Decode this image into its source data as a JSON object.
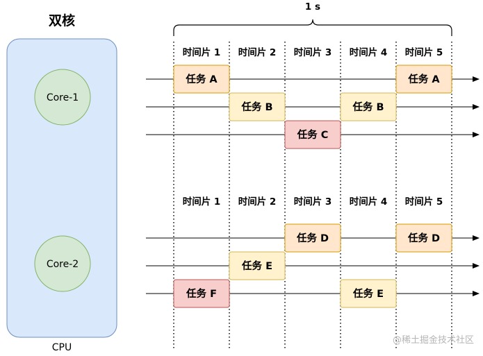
{
  "title": "双核",
  "cpu_label": "CPU",
  "duration_label": "1 s",
  "watermark": "@稀土掘金技术社区",
  "time_slices": [
    "时间片 1",
    "时间片 2",
    "时间片 3",
    "时间片 4",
    "时间片 5"
  ],
  "colors": {
    "cpu_fill": "#dae8fc",
    "cpu_stroke": "#6c8ebf",
    "core_fill": "#d5e8d4",
    "core_stroke": "#82b366",
    "orange_fill": "#ffe6cc",
    "orange_stroke": "#d79b00",
    "yellow_fill": "#fff2cc",
    "yellow_stroke": "#d6b656",
    "red_fill": "#f8cecc",
    "red_stroke": "#b85450"
  },
  "cores": [
    {
      "label": "Core-1",
      "rows": [
        [
          {
            "slice": 1,
            "label": "任务 A",
            "color": "orange"
          },
          {
            "slice": 5,
            "label": "任务 A",
            "color": "orange"
          }
        ],
        [
          {
            "slice": 2,
            "label": "任务 B",
            "color": "yellow"
          },
          {
            "slice": 4,
            "label": "任务 B",
            "color": "yellow"
          }
        ],
        [
          {
            "slice": 3,
            "label": "任务 C",
            "color": "red"
          }
        ]
      ]
    },
    {
      "label": "Core-2",
      "rows": [
        [
          {
            "slice": 3,
            "label": "任务 D",
            "color": "orange"
          },
          {
            "slice": 5,
            "label": "任务 D",
            "color": "orange"
          }
        ],
        [
          {
            "slice": 2,
            "label": "任务 E",
            "color": "yellow"
          }
        ],
        [
          {
            "slice": 1,
            "label": "任务 F",
            "color": "red"
          },
          {
            "slice": 4,
            "label": "任务 E",
            "color": "yellow"
          }
        ]
      ]
    }
  ]
}
